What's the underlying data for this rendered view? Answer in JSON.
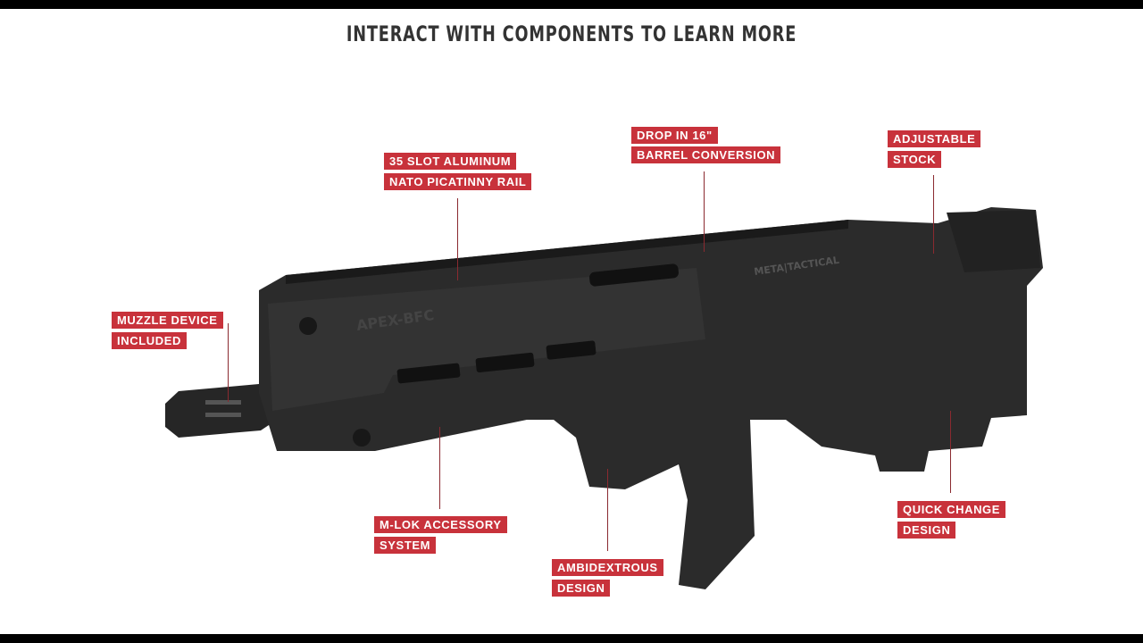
{
  "title": "INTERACT WITH COMPONENTS TO LEARN MORE",
  "colors": {
    "label_bg": "#c8323b",
    "label_text": "#ffffff",
    "title": "#333333",
    "product": "#2a2a2a"
  },
  "product": {
    "engraving_left": "APEX-BFC",
    "engraving_right": "META|TACTICAL"
  },
  "hotspots": [
    {
      "id": "rail",
      "lines": [
        "35 SLOT ALUMINUM",
        "NATO PICATINNY RAIL"
      ]
    },
    {
      "id": "barrel",
      "lines": [
        "DROP IN 16\"",
        "BARREL CONVERSION"
      ]
    },
    {
      "id": "stock",
      "lines": [
        "ADJUSTABLE",
        "STOCK"
      ]
    },
    {
      "id": "muzzle",
      "lines": [
        "MUZZLE DEVICE",
        "INCLUDED"
      ]
    },
    {
      "id": "mlok",
      "lines": [
        "M-LOK ACCESSORY",
        "SYSTEM"
      ]
    },
    {
      "id": "ambi",
      "lines": [
        "AMBIDEXTROUS",
        "DESIGN"
      ]
    },
    {
      "id": "quick",
      "lines": [
        "QUICK CHANGE",
        "DESIGN"
      ]
    }
  ]
}
